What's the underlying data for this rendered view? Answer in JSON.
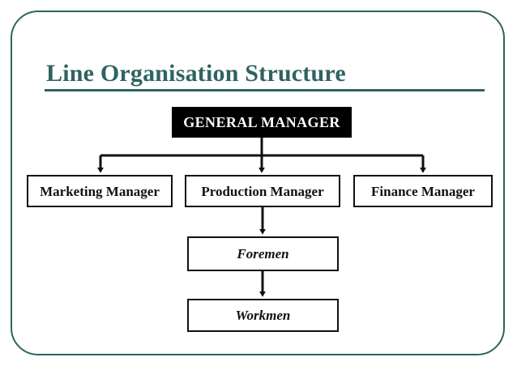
{
  "slide": {
    "title": "Line Organisation Structure",
    "frame_color": "#2e6360",
    "background": "#ffffff",
    "title_color": "#2e6360",
    "rule_color": "#2e6360"
  },
  "diagram": {
    "type": "org-chart",
    "node_border_color": "#111111",
    "node_fill": "#ffffff",
    "root_fill": "#000000",
    "root_text_color": "#ffffff",
    "connector_color": "#111111",
    "nodes": [
      {
        "id": "general-manager",
        "label": "GENERAL MANAGER",
        "level": 0,
        "style": "inverted"
      },
      {
        "id": "marketing-manager",
        "label": "Marketing Manager",
        "level": 1,
        "style": "outline"
      },
      {
        "id": "production-manager",
        "label": "Production Manager",
        "level": 1,
        "style": "outline"
      },
      {
        "id": "finance-manager",
        "label": "Finance Manager",
        "level": 1,
        "style": "outline"
      },
      {
        "id": "foremen",
        "label": "Foremen",
        "level": 2,
        "style": "outline-italic"
      },
      {
        "id": "workmen",
        "label": "Workmen",
        "level": 3,
        "style": "outline-italic"
      }
    ],
    "edges": [
      {
        "from": "general-manager",
        "to": "marketing-manager",
        "arrow": true
      },
      {
        "from": "general-manager",
        "to": "production-manager",
        "arrow": true
      },
      {
        "from": "general-manager",
        "to": "finance-manager",
        "arrow": true
      },
      {
        "from": "production-manager",
        "to": "foremen",
        "arrow": true
      },
      {
        "from": "foremen",
        "to": "workmen",
        "arrow": true
      }
    ]
  }
}
